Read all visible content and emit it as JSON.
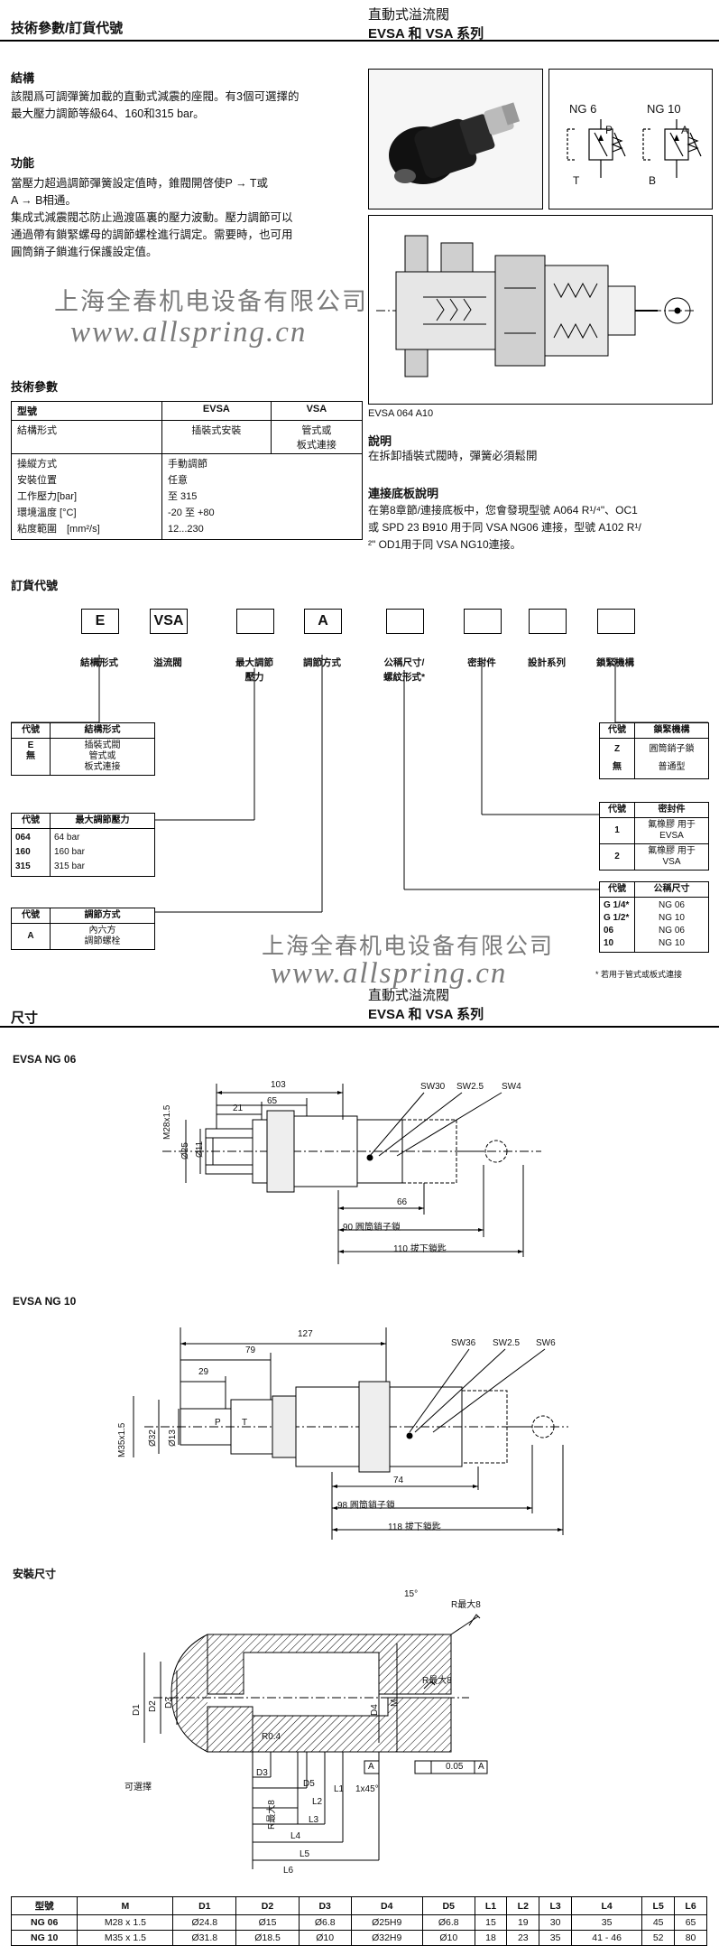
{
  "page1": {
    "header_left": "技術參數/訂貨代號",
    "header_right_line1": "直動式溢流閥",
    "header_right_line2": "EVSA 和 VSA 系列",
    "structure_title": "結構",
    "structure_text_1": "該閥爲可調彈簧加載的直動式減震的座閥。有3個可選擇的",
    "structure_text_2": "最大壓力調節等級64、160和315 bar。",
    "function_title": "功能",
    "function_text_1": "當壓力超過調節彈簧設定值時，錐閥開啓使P → T或",
    "function_text_2": "A → B相通。",
    "function_text_3": "集成式減震閥芯防止過渡區裏的壓力波動。壓力調節可以",
    "function_text_4": "通過帶有鎖緊螺母的調節螺栓進行調定。需要時，也可用",
    "function_text_5": "圓筒銷子鎖進行保護設定值。",
    "symbol_ng6": "NG 6",
    "symbol_ng10": "NG 10",
    "port_p": "P",
    "port_t": "T",
    "port_a": "A",
    "port_b": "B",
    "watermark_company": "上海全春机电设备有限公司",
    "watermark_url": "www.allspring.cn",
    "tech_title": "技術參數",
    "caption": "EVSA 064 A10",
    "note_title": "說明",
    "note_text": "在拆卸插裝式閥時，彈簧必須鬆開",
    "sub_title": "連接底板說明",
    "sub_text_1": "在第8章節/連接底板中，您會發現型號 A064 R¹/⁴\"、OC1",
    "sub_text_2": "或 SPD 23 B910 用于同 VSA NG06 連接，型號 A102 R¹/",
    "sub_text_3": "²\" OD1用于同 VSA NG10連接。",
    "spec_table": {
      "col_type": "型號",
      "col_evsa": "EVSA",
      "col_vsa": "VSA",
      "row_structure": "結構形式",
      "structure_evsa": "插裝式安裝",
      "structure_vsa_1": "管式或",
      "structure_vsa_2": "板式連接",
      "row_operation": "操縱方式",
      "operation_val": "手動調節",
      "row_position": "安裝位置",
      "position_val": "任意",
      "row_pressure": "工作壓力[bar]",
      "pressure_val": "至 315",
      "row_temp": "環境溫度 [°C]",
      "temp_val": "-20 至 +80",
      "row_visc": "粘度範圍　[mm²/s]",
      "visc_val": "12...230"
    },
    "order_title": "訂貨代號",
    "order_code": {
      "box_e": "E",
      "box_vsa": "VSA",
      "box_a": "A",
      "label_structure": "結構形式",
      "label_valve": "溢流閥",
      "label_maxp_1": "最大調節",
      "label_maxp_2": "壓力",
      "label_adjust": "調節方式",
      "label_thread_1": "公稱尺寸/",
      "label_thread_2": "螺紋形式*",
      "label_seal": "密封件",
      "label_series": "設計系列",
      "label_lock": "鎖緊機構"
    },
    "ot_structure": {
      "h1": "代號",
      "h2": "結構形式",
      "r1c1": "E",
      "r1c2": "插裝式閥",
      "r2c1": "無",
      "r2c2a": "管式或",
      "r2c2b": "板式連接"
    },
    "ot_pressure": {
      "h1": "代號",
      "h2": "最大調節壓力",
      "r1c1": "064",
      "r1c2": "64 bar",
      "r2c1": "160",
      "r2c2": "160 bar",
      "r3c1": "315",
      "r3c2": "315 bar"
    },
    "ot_adjust": {
      "h1": "代號",
      "h2": "調節方式",
      "r1c1": "A",
      "r1c2a": "內六方",
      "r1c2b": "調節螺栓"
    },
    "ot_lock": {
      "h1": "代號",
      "h2": "鎖緊機構",
      "r1c1": "Z",
      "r1c2": "圓筒銷子鎖",
      "r2c1": "無",
      "r2c2": "普通型"
    },
    "ot_seal": {
      "h1": "代號",
      "h2": "密封件",
      "r1c1": "1",
      "r1c2a": "氟橡膠 用于",
      "r1c2b": "EVSA",
      "r2c1": "2",
      "r2c2a": "氟橡膠 用于",
      "r2c2b": "VSA"
    },
    "ot_size": {
      "h1": "代號",
      "h2": "公稱尺寸",
      "r1c1": "G 1/4*",
      "r1c2": "NG 06",
      "r2c1": "G 1/2*",
      "r2c2": "NG 10",
      "r3c1": "06",
      "r3c2": "NG 06",
      "r4c1": "10",
      "r4c2": "NG 10"
    },
    "footnote": "* 若用于管式或板式連接"
  },
  "page2": {
    "header_left": "尺寸",
    "header_right_line1": "直動式溢流閥",
    "header_right_line2": "EVSA 和 VSA 系列",
    "ng06_title": "EVSA NG 06",
    "ng06_dims": {
      "d103": "103",
      "d65": "65",
      "d21": "21",
      "m28": "M28x1.5",
      "d25": "Ø25",
      "d11": "Ø11",
      "sw30": "SW30",
      "sw25": "SW2.5",
      "sw4": "SW4",
      "d66": "66",
      "d90": "90 圓筒銷子鎖",
      "d110": "110 拔下鎖匙"
    },
    "ng10_title": "EVSA NG 10",
    "ng10_dims": {
      "d127": "127",
      "d79": "79",
      "d29": "29",
      "m35": "M35x1.5",
      "d32": "Ø32",
      "d13": "Ø13",
      "p": "P",
      "t": "T",
      "sw36": "SW36",
      "sw25": "SW2.5",
      "sw6": "SW6",
      "d74": "74",
      "d98": "98 圓筒銷子鎖",
      "d118": "118 拔下鎖匙"
    },
    "mount_title": "安裝尺寸",
    "mount_dims": {
      "d1": "D1",
      "d2": "D2",
      "d3": "D3",
      "d4": "D4",
      "d5": "D5",
      "m": "M",
      "r04": "R0.4",
      "angle": "15°",
      "ra8a": "R最大8",
      "ra8b": "R最大8",
      "ra8c": "R最大8",
      "a": "A",
      "tol": "0.05",
      "tol_ref": "A",
      "chamfer": "1x45°",
      "optional": "可選擇",
      "l1": "L1",
      "l2": "L2",
      "l3": "L3",
      "l4": "L4",
      "l5": "L5",
      "l6": "L6"
    },
    "dim_table": {
      "headers": [
        "型號",
        "M",
        "D1",
        "D2",
        "D3",
        "D4",
        "D5",
        "L1",
        "L2",
        "L3",
        "L4",
        "L5",
        "L6"
      ],
      "rows": [
        [
          "NG 06",
          "M28 x 1.5",
          "Ø24.8",
          "Ø15",
          "Ø6.8",
          "Ø25H9",
          "Ø6.8",
          "15",
          "19",
          "30",
          "35",
          "45",
          "65"
        ],
        [
          "NG 10",
          "M35 x 1.5",
          "Ø31.8",
          "Ø18.5",
          "Ø10",
          "Ø32H9",
          "Ø10",
          "18",
          "23",
          "35",
          "41 - 46",
          "52",
          "80"
        ]
      ]
    }
  }
}
